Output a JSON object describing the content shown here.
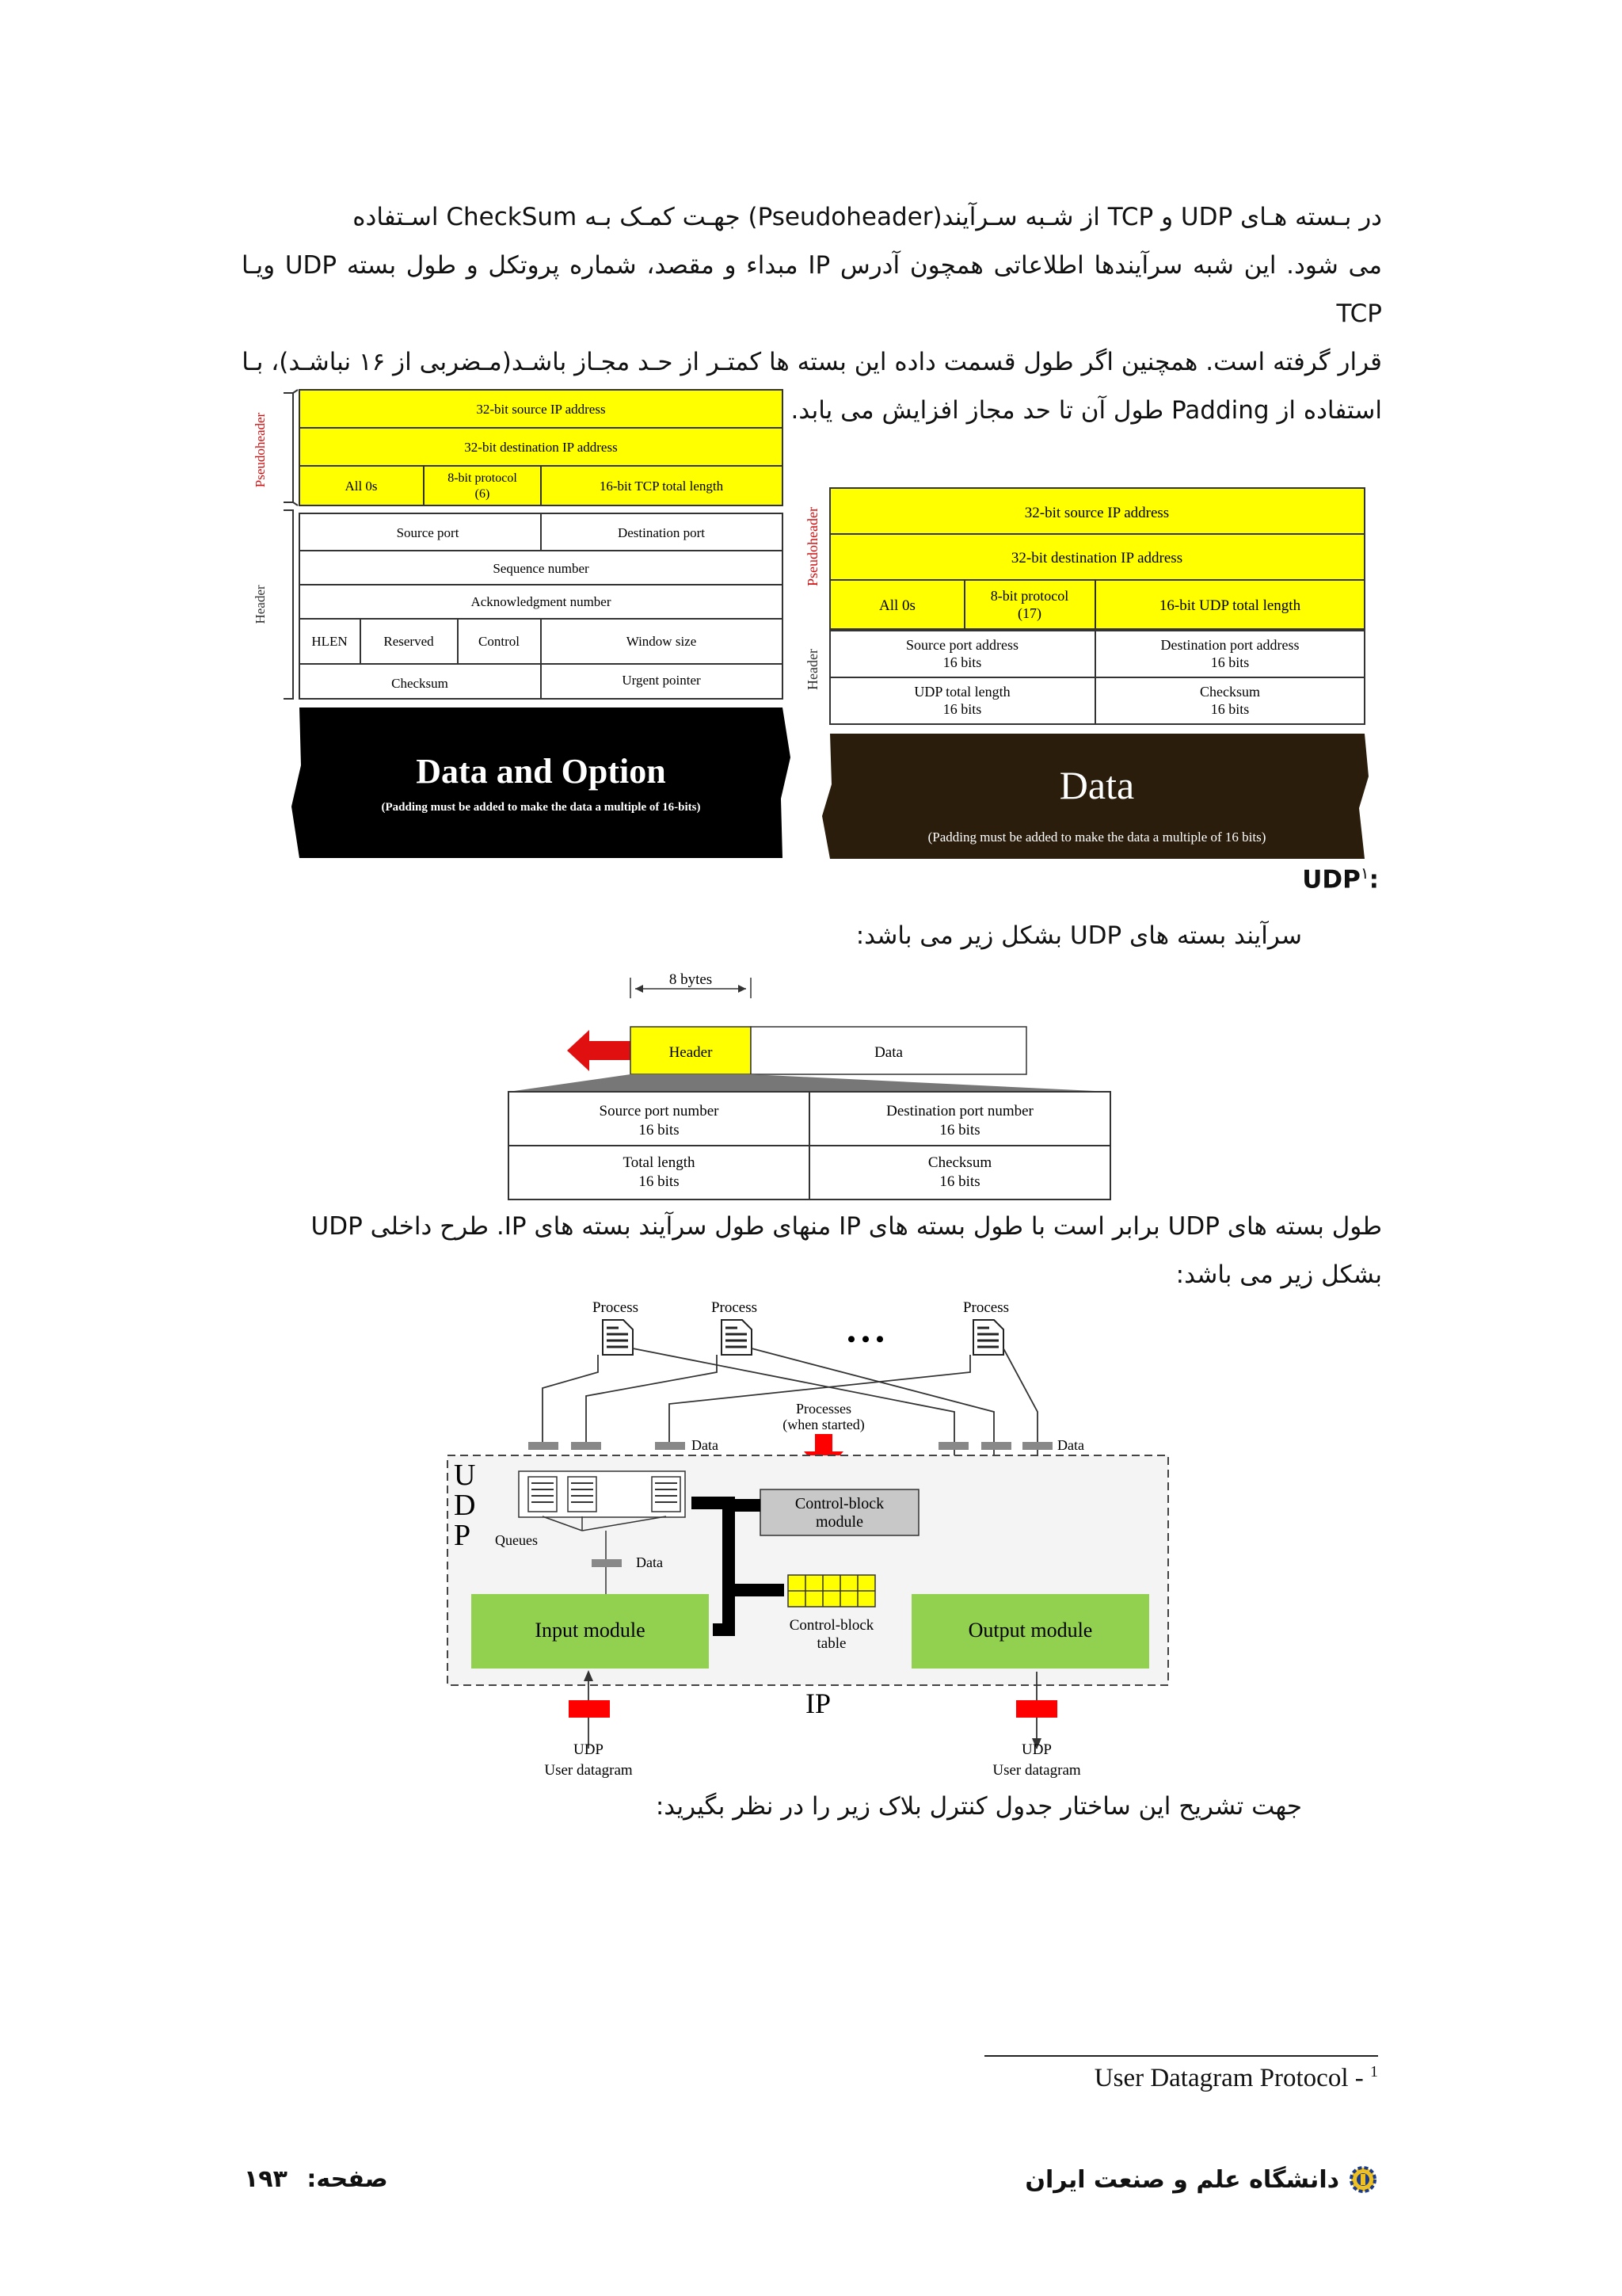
{
  "intro_paragraph": [
    "در بـسته هـای UDP و TCP از شـبه سـرآیند(Pseudoheader) جهـت کمـک بـه CheckSum اسـتفاده",
    "می شود. این شبه سرآیندها اطلاعاتی همچون آدرس IP مبداء و مقصد، شماره پروتکل و طول بسته UDP ویـا TCP",
    "قرار گرفته است. همچنین اگر طول قسمت داده این بسته ها کمتـر از حـد مجـاز باشـد(مـضربی از ۱۶ نباشـد)، بـا",
    "استفاده از Padding طول آن تا حد مجاز افزایش می یابد."
  ],
  "tcp_figure": {
    "side_pseudo": "Pseudoheader",
    "side_header": "Header",
    "src_ip": "32-bit source IP address",
    "dst_ip": "32-bit destination IP address",
    "all0": "All 0s",
    "proto": "8-bit protocol",
    "proto_val": "(6)",
    "len": "16-bit TCP total length",
    "src_port": "Source port",
    "dst_port": "Destination port",
    "seq": "Sequence number",
    "ack": "Acknowledgment number",
    "hlen": "HLEN",
    "reserved": "Reserved",
    "control": "Control",
    "window": "Window size",
    "checksum": "Checksum",
    "urgent": "Urgent pointer",
    "data_title": "Data and Option",
    "data_note": "(Padding must be added to make the data a multiple of 16-bits)"
  },
  "udp_figure": {
    "side_pseudo": "Pseudoheader",
    "side_header": "Header",
    "src_ip": "32-bit source IP address",
    "dst_ip": "32-bit destination IP address",
    "all0": "All 0s",
    "proto": "8-bit protocol",
    "proto_val": "(17)",
    "len": "16-bit UDP total length",
    "src_port": "Source port address",
    "src_bits": "16 bits",
    "dst_port": "Destination port address",
    "dst_bits": "16 bits",
    "total_len": "UDP total length",
    "total_bits": "16 bits",
    "checksum": "Checksum",
    "checksum_bits": "16 bits",
    "data_title": "Data",
    "data_note": "(Padding must be added to make the data a multiple of 16 bits)"
  },
  "udp_heading": "UDP",
  "udp_heading_sup": "۱",
  "udp_heading_colon": ":",
  "udp_intro": "سرآیند بسته های UDP بشکل زیر می باشد:",
  "header_figure": {
    "bytes": "8 bytes",
    "header": "Header",
    "data": "Data",
    "src": "Source port number",
    "src_bits": "16 bits",
    "dst": "Destination port number",
    "dst_bits": "16 bits",
    "total": "Total length",
    "total_bits": "16 bits",
    "checksum": "Checksum",
    "checksum_bits": "16 bits"
  },
  "length_paragraph": [
    "طول بسته های UDP برابر است با طول بسته های IP منهای طول سرآیند بسته های IP. طرح داخلی UDP",
    "بشکل زیر می باشد:"
  ],
  "module_figure": {
    "process1": "Process",
    "process2": "Process",
    "process3": "Process",
    "dots": "• • •",
    "data_left": "Data",
    "data_right": "Data",
    "processes": "Processes",
    "when_started": "(when started)",
    "udp_u": "U",
    "udp_d": "D",
    "udp_p": "P",
    "queues": "Queues",
    "data_mid": "Data",
    "cb_module1": "Control-block",
    "cb_module2": "module",
    "input_module": "Input module",
    "output_module": "Output module",
    "cb_table1": "Control-block",
    "cb_table2": "table",
    "ip": "IP",
    "udp_left1": "UDP",
    "udp_left2": "User datagram",
    "udp_right1": "UDP",
    "udp_right2": "User datagram"
  },
  "closing_line": "جهت تشریح این ساختار جدول کنترل بلاک زیر را در نظر بگیرید:",
  "footnote": "User Datagram Protocol - ",
  "footnote_sup": "1",
  "footer_page_label": "صفحه:",
  "footer_page_number": "۱۹۳",
  "footer_university": "دانشگاه علم و صنعت ایران",
  "colors": {
    "yellow": "#ffff00",
    "green": "#92d050",
    "red": "#ff0000",
    "dark": "#2a1d0c"
  },
  "icons": [
    "university-logo-icon",
    "document-icon",
    "red-arrow-icon"
  ]
}
